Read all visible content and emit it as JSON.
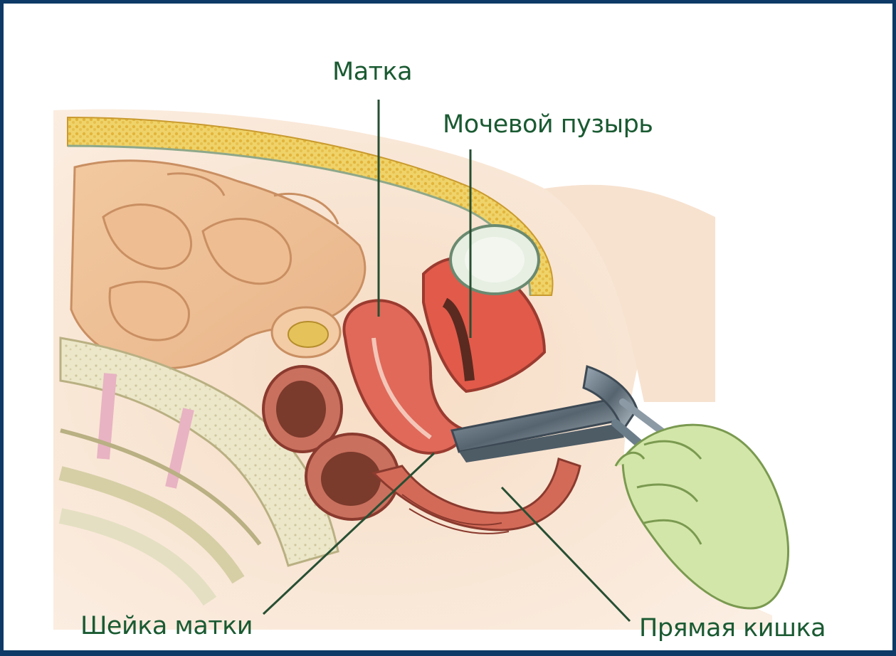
{
  "labels": {
    "uterus": "Матка",
    "bladder": "Мочевой пузырь",
    "cervix": "Шейка матки",
    "rectum": "Прямая кишка"
  },
  "colors": {
    "frame": "#0d3a66",
    "label_text": "#1a5a32",
    "leader_line": "#274f33",
    "tissue": "#f4d2b5",
    "fat": "#e6c34a",
    "muscle": "#d9584a",
    "glove": "#cfe4a6",
    "speculum": "#6c7d8a"
  },
  "icons": [
    "speculum-icon",
    "gloved-hand-icon"
  ]
}
